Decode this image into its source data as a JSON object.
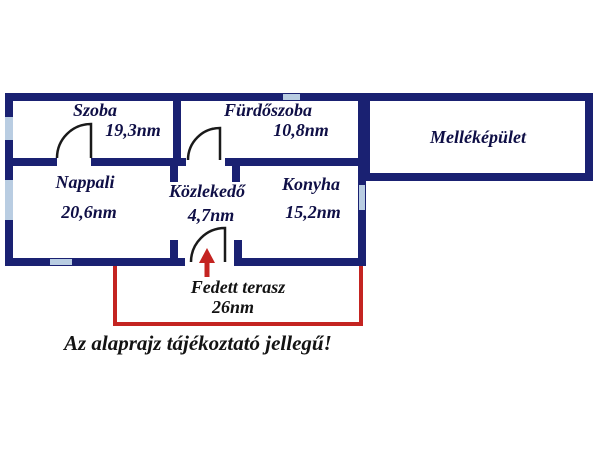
{
  "plan": {
    "rooms": {
      "szoba": {
        "name": "Szoba",
        "area": "19,3nm"
      },
      "furdoszoba": {
        "name": "Fürdőszoba",
        "area": "10,8nm"
      },
      "mellekepulet": {
        "name": "Melléképület"
      },
      "nappali": {
        "name": "Nappali",
        "area": "20,6nm"
      },
      "kozlekedo": {
        "name": "Közlekedő",
        "area": "4,7nm"
      },
      "konyha": {
        "name": "Konyha",
        "area": "15,2nm"
      },
      "fedett_terasz": {
        "name": "Fedett terasz",
        "area": "26nm"
      }
    },
    "note": "Az alaprajz tájékoztató jellegű!",
    "icons": {
      "entrance_arrow": "arrow-up"
    },
    "colors": {
      "wall": "#1a2172",
      "window": "#b9cde2",
      "terrace_outline": "#c42421",
      "room_text": "#0f0f46",
      "note_text": "#131313"
    }
  }
}
